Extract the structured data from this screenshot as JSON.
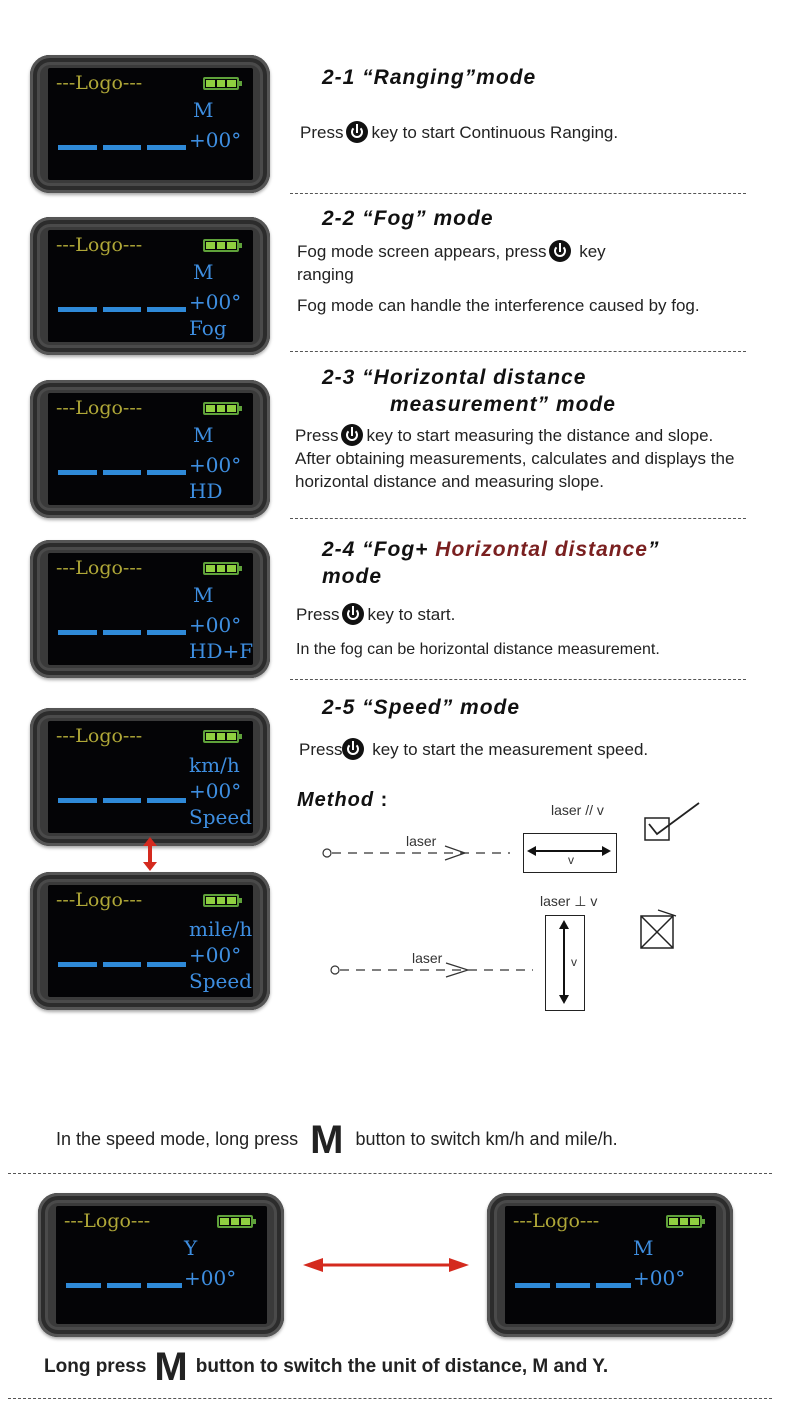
{
  "screens": {
    "s1": {
      "logo": "---Logo---",
      "l1": "M",
      "l2": "+00°",
      "l3": ""
    },
    "s2": {
      "logo": "---Logo---",
      "l1": "M",
      "l2": "+00°",
      "l3": "Fog"
    },
    "s3": {
      "logo": "---Logo---",
      "l1": "M",
      "l2": "+00°",
      "l3": "HD"
    },
    "s4": {
      "logo": "---Logo---",
      "l1": "M",
      "l2": "+00°",
      "l3": "HD+Fog"
    },
    "s5": {
      "logo": "---Logo---",
      "l1": "km/h",
      "l2": "+00°",
      "l3": "Speed"
    },
    "s6": {
      "logo": "---Logo---",
      "l1": "mile/h",
      "l2": "+00°",
      "l3": "Speed"
    },
    "s7": {
      "logo": "---Logo---",
      "l1": "Y",
      "l2": "+00°",
      "l3": ""
    },
    "s8": {
      "logo": "---Logo---",
      "l1": "M",
      "l2": "+00°",
      "l3": ""
    }
  },
  "sections": {
    "s21": {
      "title": "2-1 “Ranging”mode",
      "p1a": "Press",
      "p1b": "key to start Continuous Ranging."
    },
    "s22": {
      "title": "2-2 “Fog” mode",
      "p1a": "Fog mode screen appears, press",
      "p1b": "key",
      "p1c": "ranging",
      "p2": "Fog mode can handle the interference caused by fog."
    },
    "s23": {
      "title1": "2-3 “Horizontal distance",
      "title2": "measurement” mode",
      "p1a": "Press",
      "p1b": "key to start measuring the distance and slope. After obtaining measurements, calculates and displays the horizontal distance and measuring slope."
    },
    "s24": {
      "title_a": "2-4 “Fog+ ",
      "title_b": "Horizontal distance",
      "title_c": "”",
      "title2": "mode",
      "p1a": "Press",
      "p1b": "key to start.",
      "p2": "In the fog can be horizontal distance measurement."
    },
    "s25": {
      "title": "2-5 “Speed” mode",
      "p1a": "Press",
      "p1b": "key to start the measurement speed."
    }
  },
  "method": {
    "label": "Method",
    "colon": ":",
    "laser": "laser",
    "parallel": "laser // v",
    "perpendicular": "laser ⊥ v",
    "v": "v"
  },
  "speed_note": {
    "a": "In the speed mode, long press",
    "m": "M",
    "b": "button to switch km/h and mile/h."
  },
  "unit_note": {
    "a": "Long press",
    "m": "M",
    "b": "button to switch the unit of distance, M and Y."
  },
  "colors": {
    "accent_red": "#d42a1e",
    "lcd_blue": "#3e8ee0",
    "lcd_logo": "#b0a838",
    "battery": "#8fd040"
  }
}
